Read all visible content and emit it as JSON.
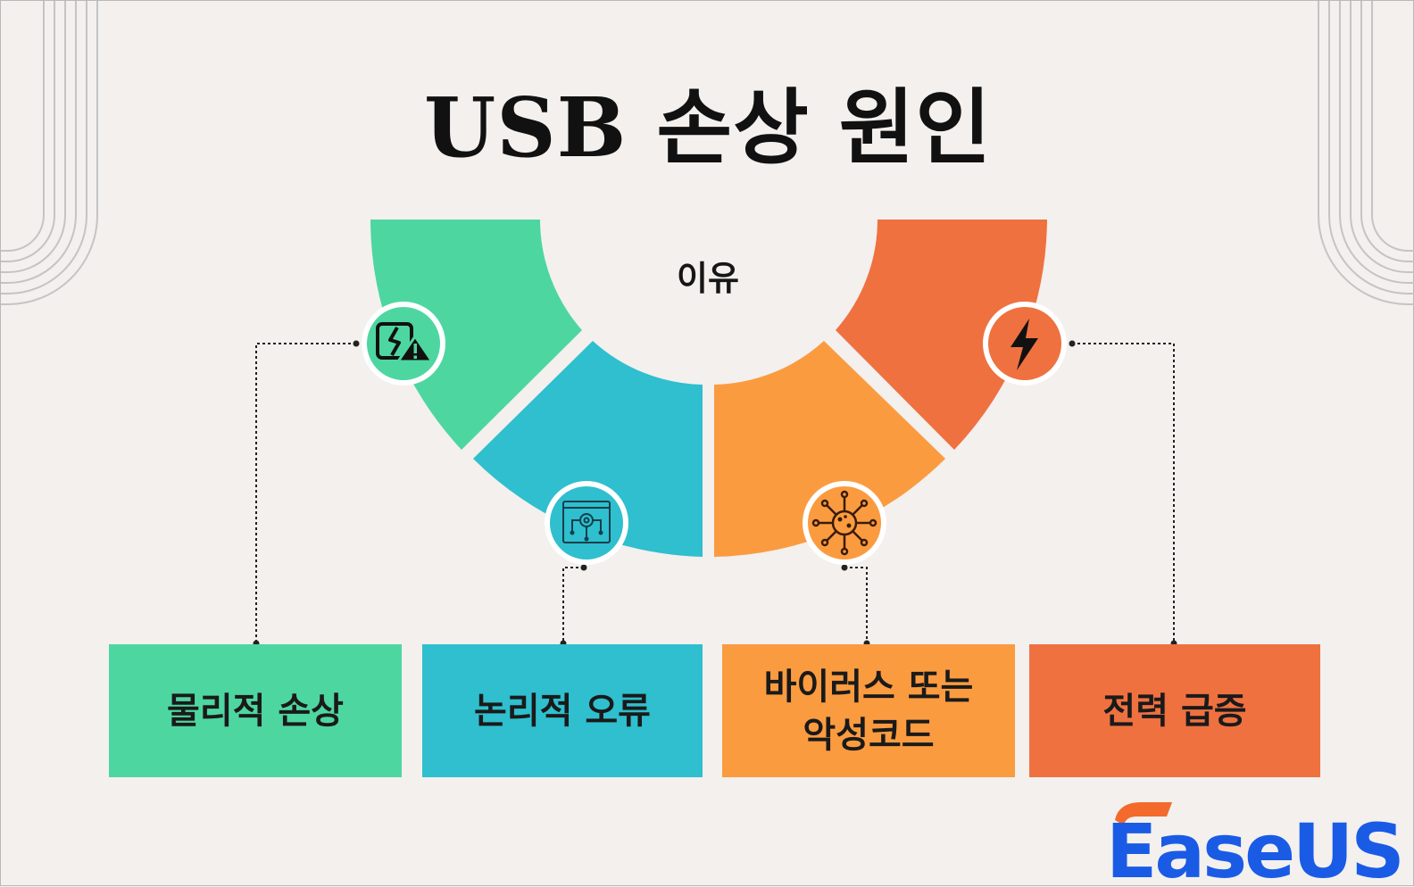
{
  "title": "USB 손상 원인",
  "center_label": "이유",
  "colors": {
    "background": "#f3f0ee",
    "green": "#4ed6a1",
    "blue": "#2fbfcf",
    "orange": "#fb9b40",
    "red_orange": "#ef7140",
    "logo_blue": "#1a5be6",
    "logo_orange": "#f36a2c"
  },
  "causes": [
    {
      "label": "물리적 손상",
      "icon": "broken-device-warning-icon",
      "color": "#4ed6a1"
    },
    {
      "label": "논리적 오류",
      "icon": "circuit-board-icon",
      "color": "#2fbfcf"
    },
    {
      "label": "바이러스 또는\n악성코드",
      "icon": "virus-icon",
      "color": "#fb9b40"
    },
    {
      "label": "전력 급증",
      "icon": "lightning-bolt-icon",
      "color": "#ef7140"
    }
  ],
  "logo": {
    "text": "EaseUS"
  }
}
